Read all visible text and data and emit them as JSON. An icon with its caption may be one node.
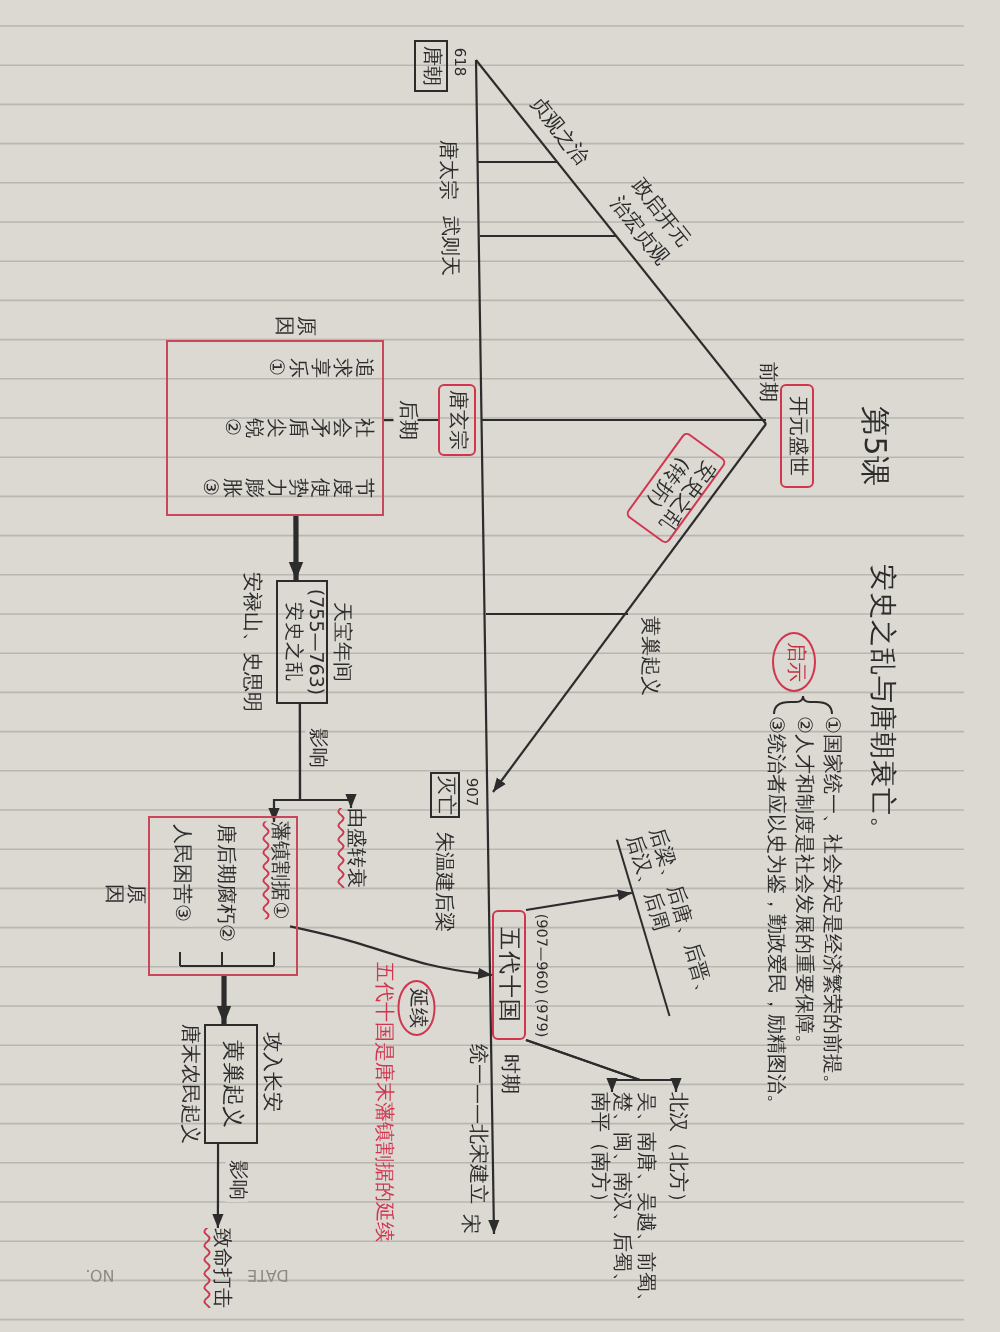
{
  "diagram": {
    "title": "安史之乱与唐朝衰亡。",
    "nodes": [
      {
        "text": [
          "唐朝"
        ],
        "beside": [
          "618"
        ]
      },
      {
        "text": [
          "唐玄宗"
        ]
      },
      {
        "text": [
          "追求享乐①",
          "社会矛盾尖锐②",
          "节度使势力膨胀③"
        ],
        "beside": [
          "原因"
        ]
      },
      {
        "text": [
          "(755—763)",
          "安史之乱"
        ],
        "beside": [
          "天宝年间",
          "安禄山、史思明"
        ]
      },
      {
        "text": [
          "由盛转衰"
        ]
      },
      {
        "text": [
          "唐后期腐朽②",
          "人民困苦③"
        ],
        "beside": [
          "原因"
        ]
      },
      {
        "text": [
          "藩镇割据①"
        ],
        "in": 5
      },
      {
        "text": [
          "黄巢起义"
        ],
        "beside": [
          "攻入长安",
          "唐末农民起义"
        ]
      },
      {
        "text": [
          "致命打击"
        ]
      },
      {
        "text": [
          "开元盛世"
        ]
      },
      {
        "text": [
          "安史之乱",
          "(转折)"
        ]
      },
      {
        "text": [
          "灭亡"
        ],
        "beside": [
          "907"
        ]
      },
      {
        "text": [
          "五代十国"
        ],
        "beside": [
          "(907—960)",
          "(979)",
          "时期"
        ]
      },
      {
        "text": [
          "后梁、后唐、后晋、后汉、后周"
        ]
      },
      {
        "text": [
          "北汉（北方）"
        ]
      },
      {
        "text": [
          "吴、南唐、吴越、前蜀、楚、闽、南汉、后蜀、南平（南方）"
        ]
      },
      {
        "text": [
          "启示"
        ]
      }
    ],
    "edges": [
      {
        "from": 1,
        "to": 2,
        "arrow": "none",
        "label": "后期"
      },
      {
        "from": 2,
        "to": 3,
        "arrow": "to",
        "style": "thick"
      },
      {
        "from": 3,
        "to": 6,
        "arrow": "to",
        "label": "影响"
      },
      {
        "from": 3,
        "to": 4,
        "arrow": "to"
      },
      {
        "from": 5,
        "to": 7,
        "arrow": "to",
        "style": "thick"
      },
      {
        "from": 7,
        "to": 8,
        "arrow": "to",
        "label": "影响"
      },
      {
        "from": 6,
        "to": 12,
        "arrow": "to",
        "label": "延续"
      },
      {
        "from": 12,
        "to": 13,
        "arrow": "to"
      },
      {
        "from": 12,
        "to": 14,
        "arrow": "to"
      },
      {
        "from": 12,
        "to": 15,
        "arrow": "to"
      }
    ],
    "labels": [
      "第5课",
      "①国家统一、社会安定是经济繁荣的前提。",
      "②人才和制度是社会发展的重要保障。",
      "③统治者应以史为鉴，勤政爱民，励精图治。",
      "唐太宗",
      "贞观之治",
      "武则天",
      "政启开元",
      "治宏贞观",
      "前期",
      "黄巢起义",
      "朱温建后梁",
      "统一——北宋建立",
      "五代十国是唐末藩镇割据的延续",
      "宋",
      "DATE",
      "NO."
    ]
  }
}
